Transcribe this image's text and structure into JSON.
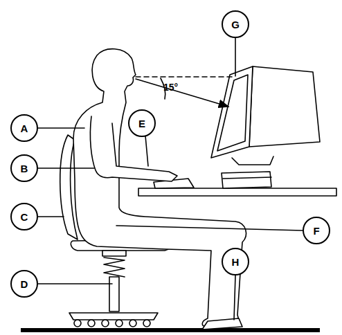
{
  "diagram": {
    "nodes": [
      {
        "text": [
          "G"
        ]
      },
      {
        "text": [
          "E"
        ]
      },
      {
        "text": [
          "A"
        ]
      },
      {
        "text": [
          "B"
        ]
      },
      {
        "text": [
          "C"
        ]
      },
      {
        "text": [
          "F"
        ]
      },
      {
        "text": [
          "H"
        ]
      },
      {
        "text": [
          "D"
        ]
      }
    ],
    "labels": [
      "15°"
    ]
  }
}
